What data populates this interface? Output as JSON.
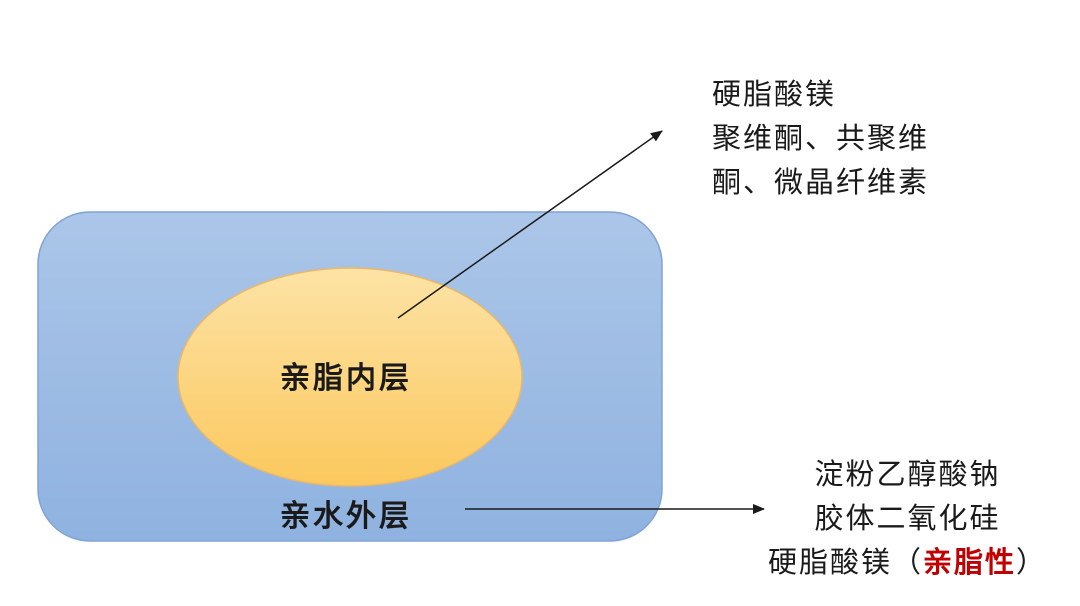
{
  "layers": {
    "inner": "亲脂内层",
    "outer": "亲水外层"
  },
  "inner_materials": [
    "硬脂酸镁",
    "聚维酮、共聚维",
    "酮、微晶纤维素"
  ],
  "outer_materials": {
    "line1": "淀粉乙醇酸钠",
    "line2": "胶体二氧化硅",
    "line3_prefix": "硬脂酸镁（",
    "line3_highlight": "亲脂性",
    "line3_suffix": "）"
  },
  "colors": {
    "outer_fill_top": "#abc6e8",
    "outer_fill_bottom": "#8fb2e0",
    "outer_stroke": "#7fa3d6",
    "inner_fill_top": "#fde3a6",
    "inner_fill_bottom": "#fbc85d",
    "inner_stroke": "#e9b86a",
    "highlight": "#c00000"
  }
}
